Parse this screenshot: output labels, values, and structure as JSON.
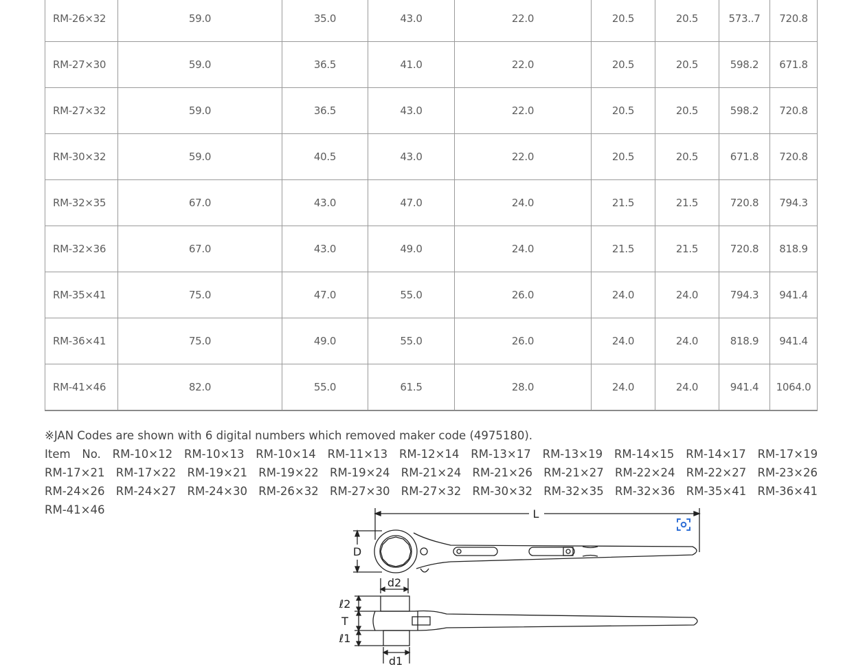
{
  "table": {
    "rows": [
      [
        "RM-26×32",
        "59.0",
        "35.0",
        "43.0",
        "22.0",
        "20.5",
        "20.5",
        "573..7",
        "720.8"
      ],
      [
        "RM-27×30",
        "59.0",
        "36.5",
        "41.0",
        "22.0",
        "20.5",
        "20.5",
        "598.2",
        "671.8"
      ],
      [
        "RM-27×32",
        "59.0",
        "36.5",
        "43.0",
        "22.0",
        "20.5",
        "20.5",
        "598.2",
        "720.8"
      ],
      [
        "RM-30×32",
        "59.0",
        "40.5",
        "43.0",
        "22.0",
        "20.5",
        "20.5",
        "671.8",
        "720.8"
      ],
      [
        "RM-32×35",
        "67.0",
        "43.0",
        "47.0",
        "24.0",
        "21.5",
        "21.5",
        "720.8",
        "794.3"
      ],
      [
        "RM-32×36",
        "67.0",
        "43.0",
        "49.0",
        "24.0",
        "21.5",
        "21.5",
        "720.8",
        "818.9"
      ],
      [
        "RM-35×41",
        "75.0",
        "47.0",
        "55.0",
        "26.0",
        "24.0",
        "24.0",
        "794.3",
        "941.4"
      ],
      [
        "RM-36×41",
        "75.0",
        "49.0",
        "55.0",
        "26.0",
        "24.0",
        "24.0",
        "818.9",
        "941.4"
      ],
      [
        "RM-41×46",
        "82.0",
        "55.0",
        "61.5",
        "28.0",
        "24.0",
        "24.0",
        "941.4",
        "1064.0"
      ]
    ]
  },
  "note": "※JAN Codes are shown with 6 digital numbers which removed maker code (4975180).",
  "items": {
    "prefix": "Item No.",
    "list": [
      "RM-10×12",
      "RM-10×13",
      "RM-10×14",
      "RM-11×13",
      "RM-12×14",
      "RM-13×17",
      "RM-13×19",
      "RM-14×15",
      "RM-14×17",
      "RM-17×19",
      "RM-17×21",
      "RM-17×22",
      "RM-19×21",
      "RM-19×22",
      "RM-19×24",
      "RM-21×24",
      "RM-21×26",
      "RM-21×27",
      "RM-22×24",
      "RM-22×27",
      "RM-23×26",
      "RM-24×26",
      "RM-24×27",
      "RM-24×30",
      "RM-26×32",
      "RM-27×30",
      "RM-27×32",
      "RM-30×32",
      "RM-32×35",
      "RM-32×36",
      "RM-35×41",
      "RM-36×41",
      "RM-41×46"
    ]
  },
  "diagram": {
    "label_L": "L",
    "label_D": "D",
    "label_d2": "d2",
    "label_d1": "d1",
    "label_l2": "ℓ2",
    "label_T": "T",
    "label_l1": "ℓ1"
  },
  "icons": {
    "zoom": "zoom-scan-icon"
  }
}
